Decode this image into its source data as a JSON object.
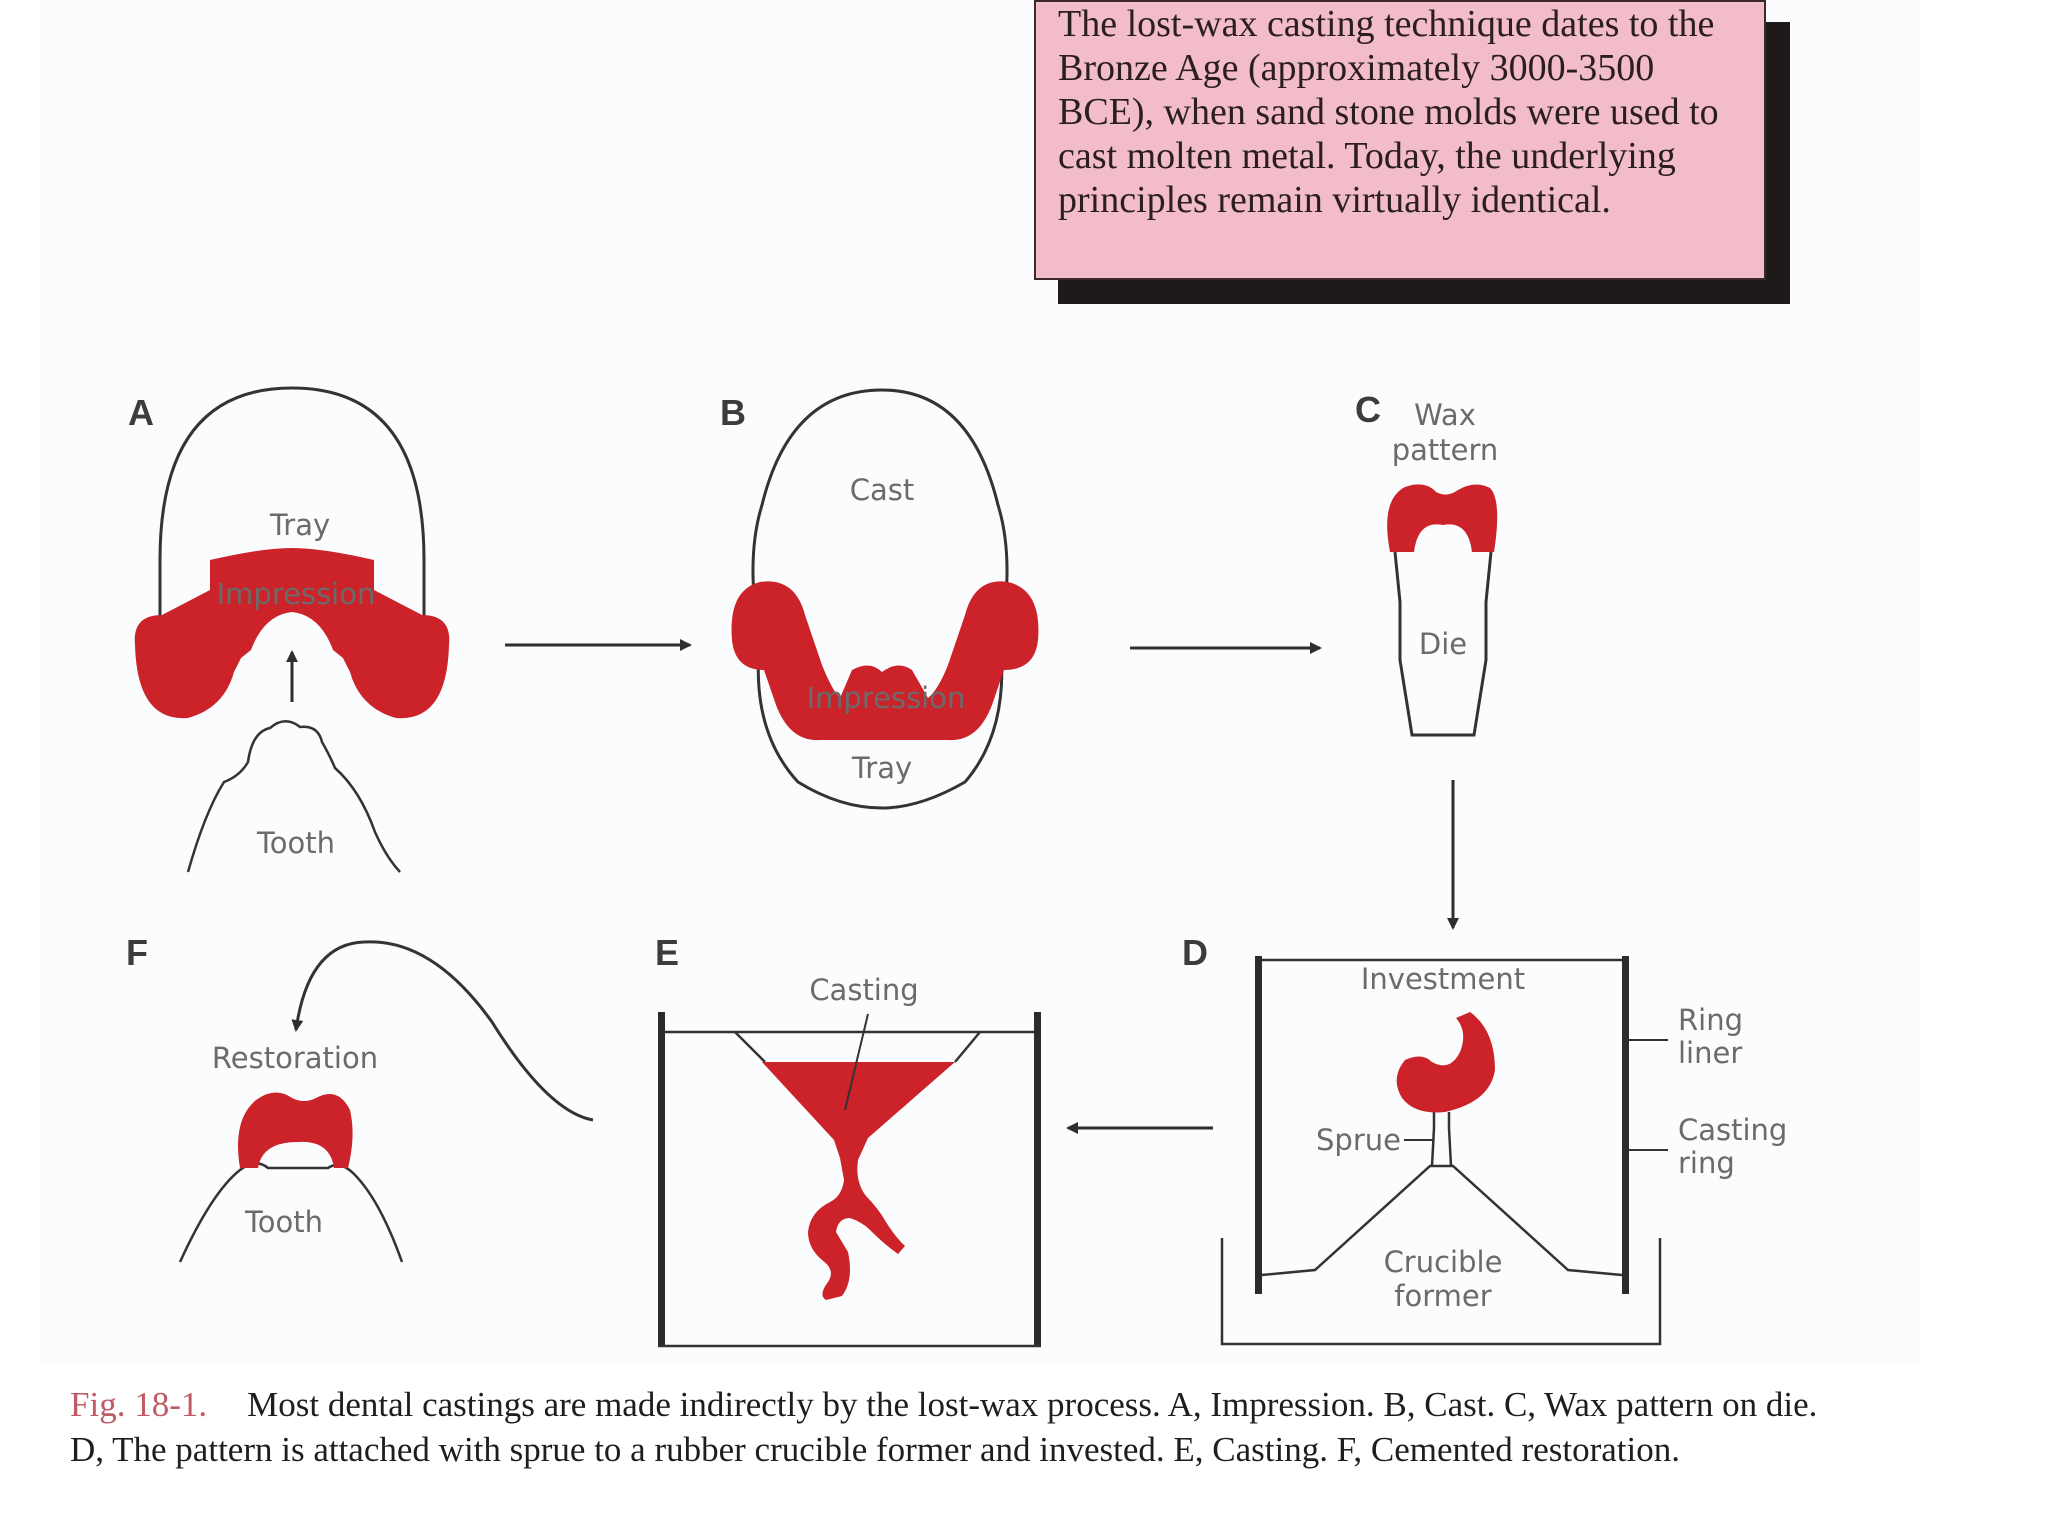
{
  "note": {
    "text": "The lost-wax casting technique dates to the Bronze Age (approximately 3000-3500 BCE), when sand stone molds were used to cast molten metal. Today, the underlying principles remain virtually identical."
  },
  "panels": {
    "A": {
      "letter": "A",
      "labels": [
        "Tray",
        "Impression",
        "Tooth"
      ]
    },
    "B": {
      "letter": "B",
      "labels": [
        "Cast",
        "Impression",
        "Tray"
      ]
    },
    "C": {
      "letter": "C",
      "labels": [
        "Wax",
        "pattern",
        "Die"
      ]
    },
    "D": {
      "letter": "D",
      "labels": [
        "Investment",
        "Ring",
        "liner",
        "Casting",
        "ring",
        "Sprue",
        "Crucible",
        "former"
      ]
    },
    "E": {
      "letter": "E",
      "labels": [
        "Casting"
      ]
    },
    "F": {
      "letter": "F",
      "labels": [
        "Restoration",
        "Tooth"
      ]
    }
  },
  "caption": {
    "figure_number": "Fig. 18-1.",
    "text": "Most dental castings are made indirectly by the lost-wax process. A, Impression. B, Cast. C, Wax pattern on die. D, The pattern is attached with sprue to a rubber crucible former and invested. E, Casting. F, Cemented restoration."
  },
  "colors": {
    "wax_red": "#cc2229",
    "line": "#333333",
    "note_background": "#f2bcc8",
    "figure_number": "#c05a64"
  }
}
